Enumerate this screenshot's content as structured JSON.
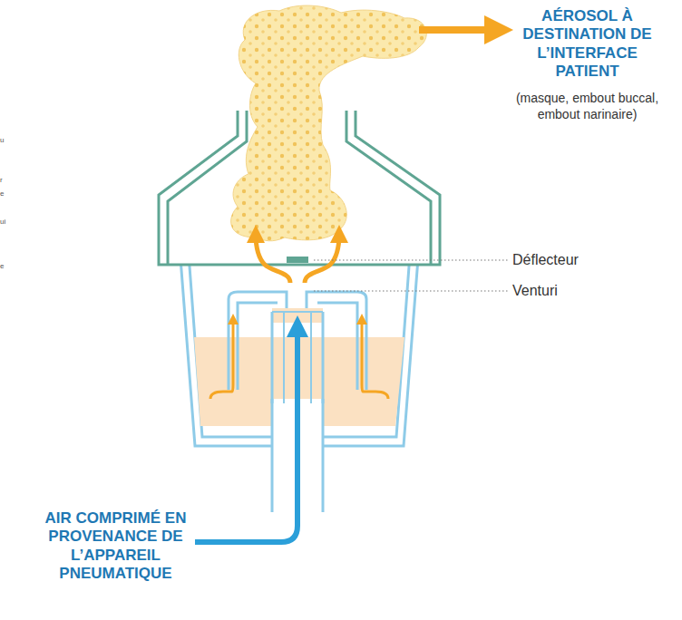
{
  "diagram": {
    "labels": [
      "AÉROSOL À DESTINATION DE L’INTERFACE PATIENT",
      "(masque, embout buccal, embout narinaire)",
      "Déflecteur",
      "Venturi",
      "AIR COMPRIMÉ EN PROVENANCE DE L’APPAREIL PNEUMATIQUE",
      "u",
      "r",
      "e",
      "ui",
      "e"
    ]
  }
}
